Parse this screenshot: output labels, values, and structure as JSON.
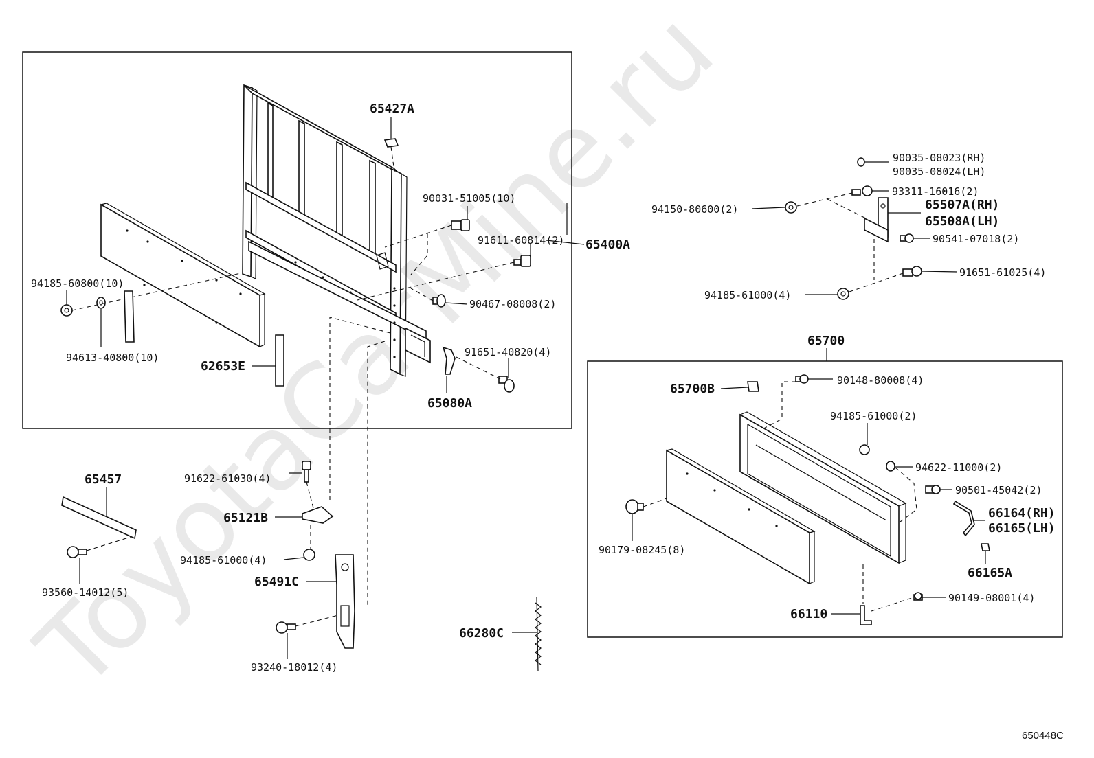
{
  "watermark": "ToyotaCarMine.ru",
  "diagram_code": "650448C",
  "labels": {
    "p65427A": "65427A",
    "p90031": "90031-51005(10)",
    "p91611": "91611-60814(2)",
    "p65400A": "65400A",
    "p94185_608": "94185-60800(10)",
    "p90467": "90467-08008(2)",
    "p91651_408": "91651-40820(4)",
    "p94613": "94613-40800(10)",
    "p62653E": "62653E",
    "p65080A": "65080A",
    "p90035_rh": "90035-08023(RH)",
    "p90035_lh": "90035-08024(LH)",
    "p93311": "93311-16016(2)",
    "p94150": "94150-80600(2)",
    "p65507A": "65507A(RH)",
    "p65508A": "65508A(LH)",
    "p90541": "90541-07018(2)",
    "p91651_610": "91651-61025(4)",
    "p94185_610a": "94185-61000(4)",
    "p65700": "65700",
    "p65700B": "65700B",
    "p90148": "90148-80008(4)",
    "p94185_610b": "94185-61000(2)",
    "p94622": "94622-11000(2)",
    "p90501": "90501-45042(2)",
    "p66164": "66164(RH)",
    "p66165": "66165(LH)",
    "p90179": "90179-08245(8)",
    "p66165A": "66165A",
    "p66110": "66110",
    "p90149": "90149-08001(4)",
    "p65457": "65457",
    "p91622": "91622-61030(4)",
    "p65121B": "65121B",
    "p94185_610c": "94185-61000(4)",
    "p65491C": "65491C",
    "p93560": "93560-14012(5)",
    "p93240": "93240-18012(4)",
    "p66280C": "66280C"
  }
}
